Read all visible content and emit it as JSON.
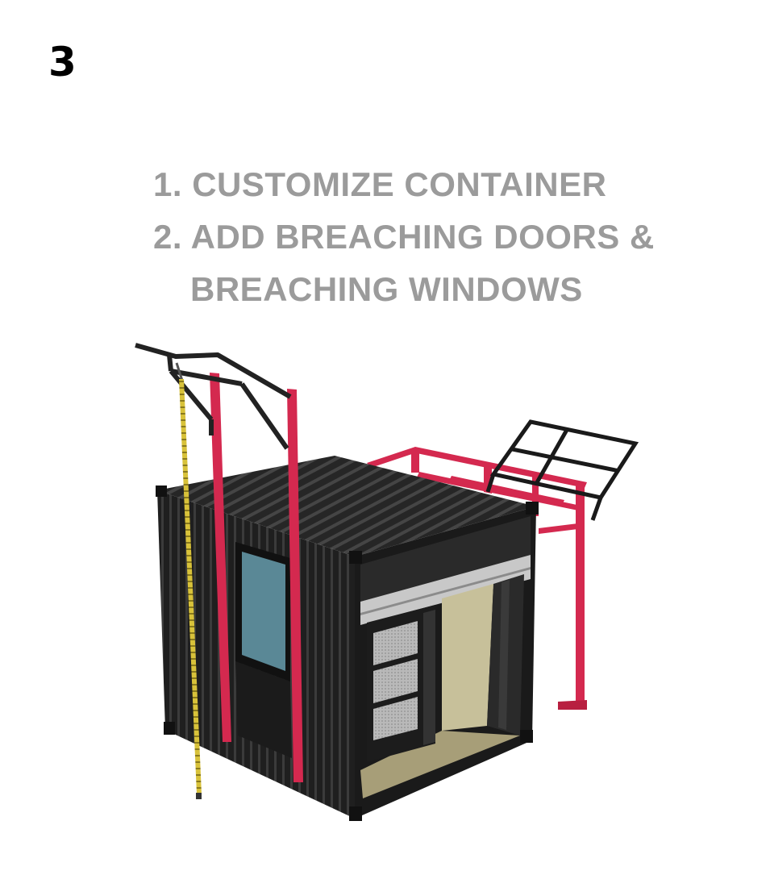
{
  "step": {
    "number": "3"
  },
  "instructions": {
    "line1": "1. CUSTOMIZE CONTAINER",
    "line2": "2. ADD BREACHING DOORS &",
    "line3": "BREACHING WINDOWS"
  },
  "colors": {
    "frame_red": "#d4294f",
    "container_black": "#1d1d1d",
    "steel_black": "#2a2a2a",
    "window_glass": "#5a8896",
    "rope_yellow": "#d8c23a",
    "interior_wall": "#c7c09a",
    "interior_floor": "#a79e78",
    "title_gray": "#9b9b9b"
  }
}
